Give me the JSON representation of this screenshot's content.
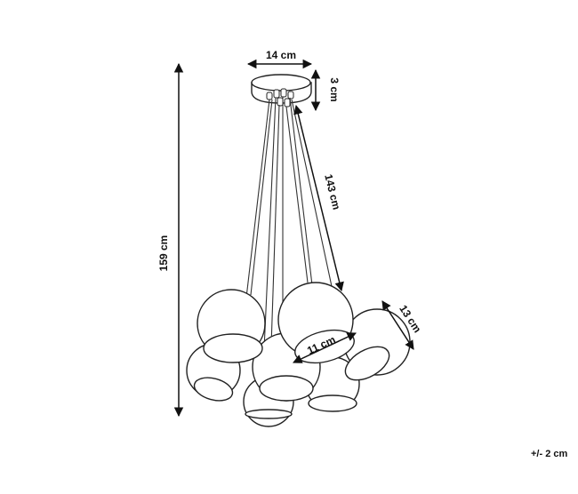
{
  "dimensions": {
    "canopy_width": "14 cm",
    "canopy_height": "3 cm",
    "cable_length": "143 cm",
    "total_height": "159 cm",
    "shade_height": "13 cm",
    "shade_opening": "11 cm"
  },
  "tolerance": "+/- 2 cm",
  "colors": {
    "line": "#222222",
    "background": "#ffffff"
  }
}
